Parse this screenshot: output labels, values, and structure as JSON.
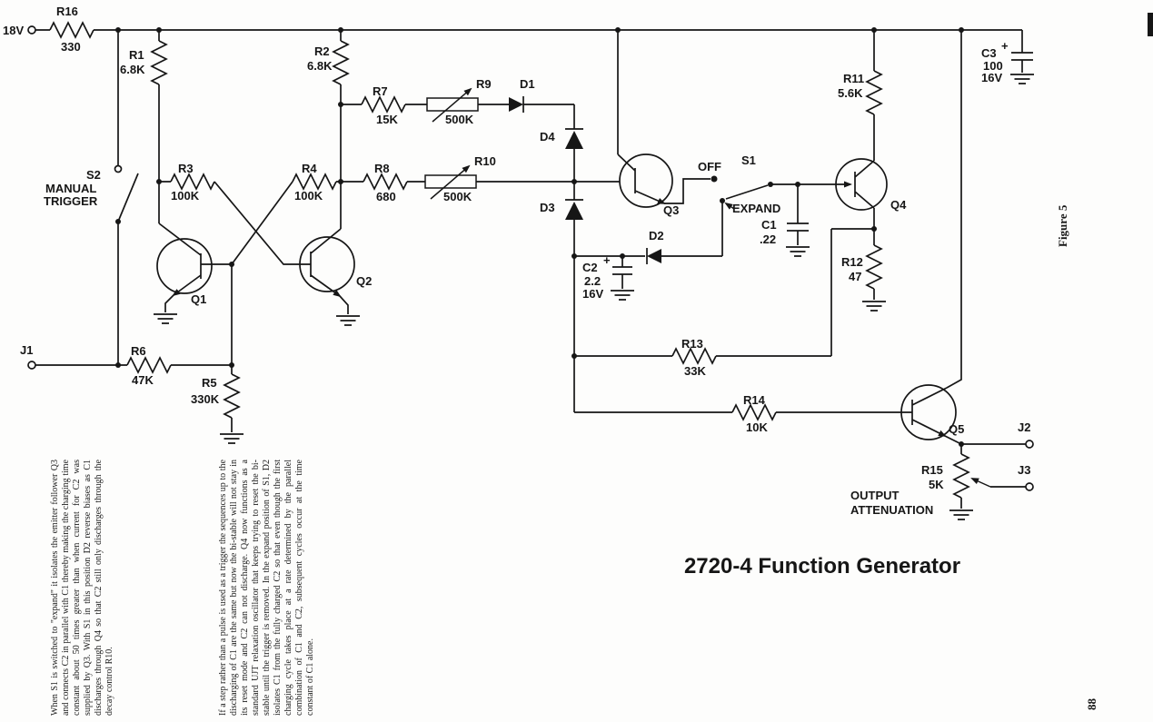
{
  "page": {
    "title": "2720-4 Function Generator",
    "figure": "Figure 5",
    "number": "88"
  },
  "power": {
    "supply": "18V"
  },
  "jacks": {
    "j1": "J1",
    "j2": "J2",
    "j3": "J3"
  },
  "switches": {
    "s2": {
      "ref": "S2",
      "line1": "MANUAL",
      "line2": "TRIGGER"
    },
    "s1": {
      "ref": "S1",
      "off": "OFF",
      "expand": "EXPAND"
    }
  },
  "resistors": {
    "r1": {
      "ref": "R1",
      "value": "6.8K"
    },
    "r2": {
      "ref": "R2",
      "value": "6.8K"
    },
    "r3": {
      "ref": "R3",
      "value": "100K"
    },
    "r4": {
      "ref": "R4",
      "value": "100K"
    },
    "r5": {
      "ref": "R5",
      "value": "330K"
    },
    "r6": {
      "ref": "R6",
      "value": "47K"
    },
    "r7": {
      "ref": "R7",
      "value": "15K"
    },
    "r8": {
      "ref": "R8",
      "value": "680"
    },
    "r9": {
      "ref": "R9",
      "value": "500K"
    },
    "r10": {
      "ref": "R10",
      "value": "500K"
    },
    "r11": {
      "ref": "R11",
      "value": "5.6K"
    },
    "r12": {
      "ref": "R12",
      "value": "47"
    },
    "r13": {
      "ref": "R13",
      "value": "33K"
    },
    "r14": {
      "ref": "R14",
      "value": "10K"
    },
    "r15": {
      "ref": "R15",
      "value": "5K"
    },
    "r16": {
      "ref": "R16",
      "value": "330"
    }
  },
  "capacitors": {
    "c1": {
      "ref": "C1",
      "value": ".22"
    },
    "c2": {
      "ref": "C2",
      "plus": "+",
      "value": "2.2",
      "voltage": "16V"
    },
    "c3": {
      "ref": "C3",
      "plus": "+",
      "value": "100",
      "voltage": "16V"
    }
  },
  "diodes": {
    "d1": "D1",
    "d2": "D2",
    "d3": "D3",
    "d4": "D4"
  },
  "transistors": {
    "q1": "Q1",
    "q2": "Q2",
    "q3": "Q3",
    "q4": "Q4",
    "q5": "Q5"
  },
  "output": {
    "line1": "OUTPUT",
    "line2": "ATTENUATION"
  },
  "notes": {
    "para1": "When S1 is switched to \"expand\" it isolates the emitter follower Q3 and connects C2 in parallel with C1 thereby making the charging time constant about 50 times greater than when current for C2 was supplied by Q3. With S1 in this position D2 reverse biases as C1 discharges through Q4 so that C2 still only discharges through the decay control R10.",
    "para2": "If a step rather than a pulse is used as a trigger the sequences up to the discharging of C1 are the same but now the bi-stable will not stay in its reset mode and C2 can not discharge. Q4 now functions as a standard UJT relaxation oscillator that keeps trying to reset the bi-stable until the trigger is removed. In the expand position of S1, D2 isolates C1 from the fully charged C2 so that even though the first charging cycle takes place at a rate determined by the parallel combination of C1 and C2, subsequent cycles occur at the time constant of C1 alone."
  }
}
